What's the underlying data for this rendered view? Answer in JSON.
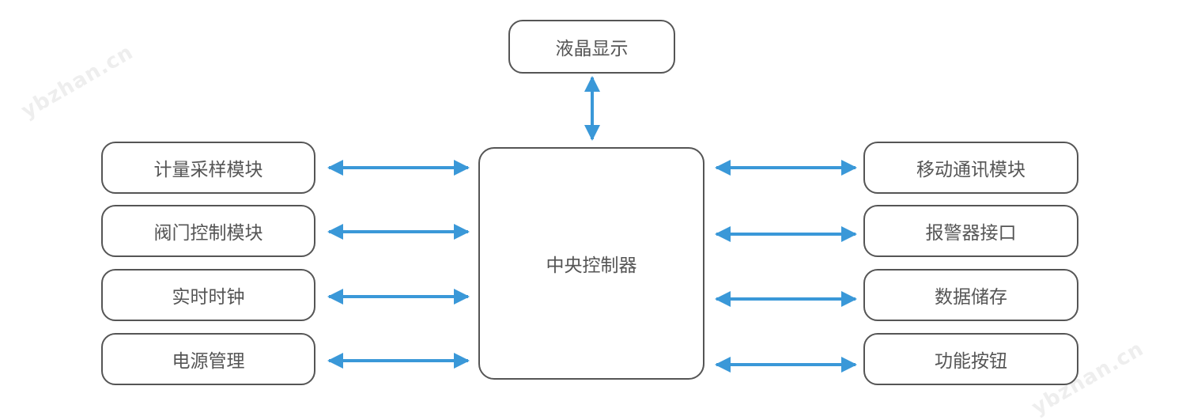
{
  "watermark": "ybzhan.cn",
  "center_node": "中央控制器",
  "top_node": "液晶显示",
  "left_nodes": [
    "计量采样模块",
    "阀门控制模块",
    "实时时钟",
    "电源管理"
  ],
  "right_nodes": [
    "移动通讯模块",
    "报警器接口",
    "数据储存",
    "功能按钮"
  ],
  "colors": {
    "arrow": "#3a98d8",
    "border": "#555555",
    "text": "#555555"
  }
}
